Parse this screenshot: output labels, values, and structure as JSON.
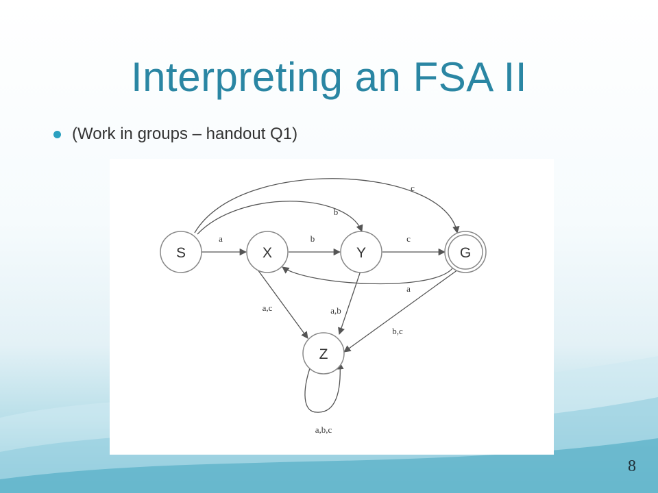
{
  "slide": {
    "title": "Interpreting an FSA II",
    "bullet": "(Work in groups – handout Q1)",
    "page_number": "8"
  },
  "diagram": {
    "states": [
      {
        "id": "S",
        "label": "S",
        "accepting": false
      },
      {
        "id": "X",
        "label": "X",
        "accepting": false
      },
      {
        "id": "Y",
        "label": "Y",
        "accepting": false
      },
      {
        "id": "G",
        "label": "G",
        "accepting": true
      },
      {
        "id": "Z",
        "label": "Z",
        "accepting": false
      }
    ],
    "transitions": [
      {
        "from": "S",
        "to": "X",
        "label": "a"
      },
      {
        "from": "X",
        "to": "Y",
        "label": "b"
      },
      {
        "from": "Y",
        "to": "G",
        "label": "c"
      },
      {
        "from": "S",
        "to": "Y",
        "label": "b"
      },
      {
        "from": "S",
        "to": "G",
        "label": "c"
      },
      {
        "from": "G",
        "to": "X",
        "label": "a"
      },
      {
        "from": "X",
        "to": "Z",
        "label": "a,c"
      },
      {
        "from": "Y",
        "to": "Z",
        "label": "a,b"
      },
      {
        "from": "G",
        "to": "Z",
        "label": "b,c"
      },
      {
        "from": "Z",
        "to": "Z",
        "label": "a,b,c"
      }
    ]
  },
  "colors": {
    "title": "#2a86a3",
    "bullet": "#2ba0c0",
    "edge": "#555555"
  }
}
